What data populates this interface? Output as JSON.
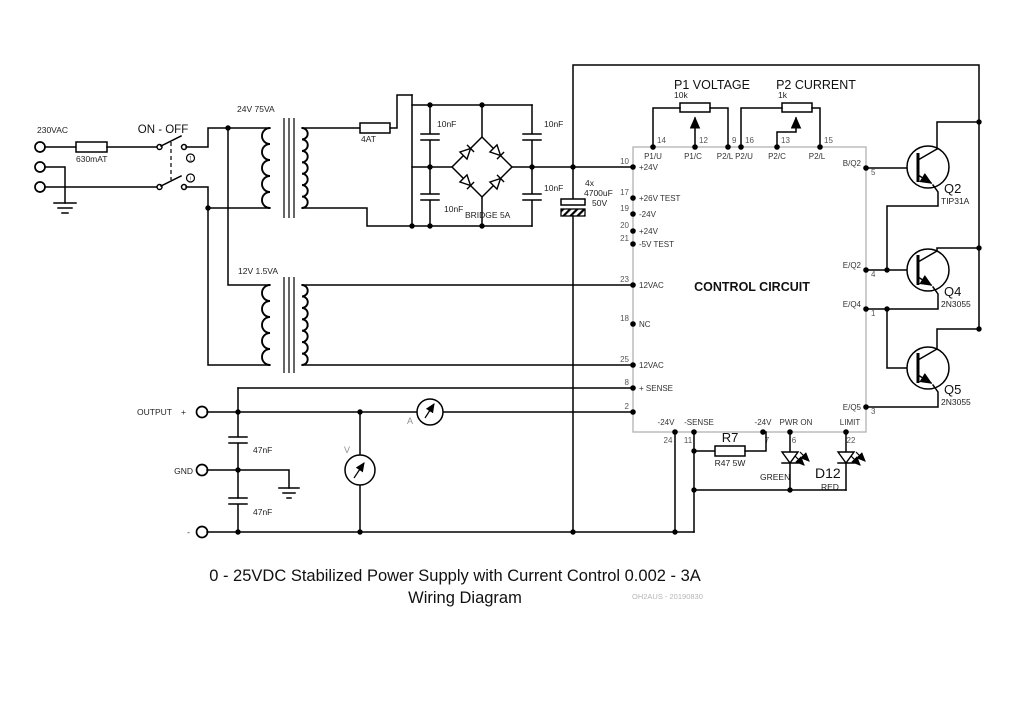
{
  "title": {
    "line1": "0 - 25VDC Stabilized Power Supply with Current Control 0.002 - 3A",
    "line2": "Wiring Diagram",
    "credit": "OH2AUS - 20190830"
  },
  "mains": {
    "voltage": "230VAC",
    "fuse": "630mAT",
    "switch_label": "ON - OFF",
    "pos_top": "1",
    "pos_bottom": "i"
  },
  "transformers": {
    "t1": "24V 75VA",
    "t2": "12V 1.5VA"
  },
  "rectifier": {
    "fuse": "4AT",
    "bridge": "BRIDGE 5A",
    "cap_tl": "10nF",
    "cap_tr": "10nF",
    "cap_bl": "10nF",
    "cap_br": "10nF",
    "bulk_qty": "4x",
    "bulk_value": "4700uF",
    "bulk_voltage": "50V"
  },
  "pots": {
    "p1_title": "P1 VOLTAGE",
    "p1_value": "10k",
    "p2_title": "P2 CURRENT",
    "p2_value": "1k"
  },
  "control": {
    "label": "CONTROL CIRCUIT"
  },
  "pins": {
    "top": [
      {
        "n": "14",
        "label": "P1/U"
      },
      {
        "n": "12",
        "label": "P1/C"
      },
      {
        "n": "9",
        "label": "P2/L"
      },
      {
        "n": "16",
        "label": "P2/U"
      },
      {
        "n": "13",
        "label": "P2/C"
      },
      {
        "n": "15",
        "label": "P2/L"
      }
    ],
    "left": [
      {
        "n": "10",
        "label": "+24V"
      },
      {
        "n": "17",
        "label": "+26V TEST"
      },
      {
        "n": "19",
        "label": "-24V"
      },
      {
        "n": "20",
        "label": "+24V"
      },
      {
        "n": "21",
        "label": "-5V TEST"
      },
      {
        "n": "23",
        "label": "12VAC"
      },
      {
        "n": "18",
        "label": "NC"
      },
      {
        "n": "25",
        "label": "12VAC"
      },
      {
        "n": "8",
        "label": "+ SENSE"
      },
      {
        "n": "2",
        "label": ""
      }
    ],
    "right": [
      {
        "n": "5",
        "label": "B/Q2"
      },
      {
        "n": "4",
        "label": "E/Q2"
      },
      {
        "n": "1",
        "label": "E/Q4"
      },
      {
        "n": "3",
        "label": "E/Q5"
      }
    ],
    "bottom": [
      {
        "n": "24",
        "label": "-24V"
      },
      {
        "n": "11",
        "label": "-SENSE"
      },
      {
        "n": "7",
        "label": "-24V"
      },
      {
        "n": "6",
        "label": "PWR ON"
      },
      {
        "n": "22",
        "label": "LIMIT"
      }
    ]
  },
  "transistors": {
    "q2_name": "Q2",
    "q2_part": "TIP31A",
    "q4_name": "Q4",
    "q4_part": "2N3055",
    "q5_name": "Q5",
    "q5_part": "2N3055"
  },
  "indicators": {
    "r7_name": "R7",
    "r7_value": "R47  5W",
    "led_green_label": "GREEN",
    "led_red_name": "D12",
    "led_red_label": "RED"
  },
  "output": {
    "label": "OUTPUT",
    "plus": "+",
    "gnd": "GND",
    "minus": "-",
    "cap_top": "47nF",
    "cap_bottom": "47nF",
    "ammeter": "A",
    "voltmeter": "V"
  }
}
